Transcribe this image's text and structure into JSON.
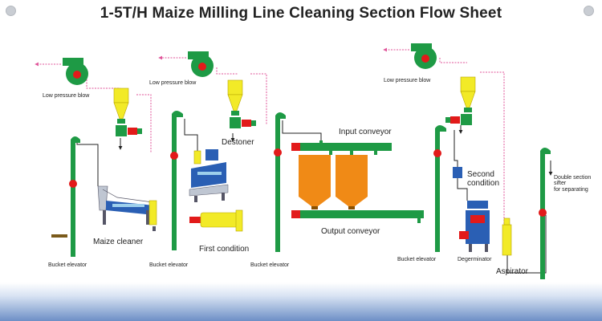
{
  "title": "1-5T/H Maize Milling Line Cleaning Section Flow Sheet",
  "labels": {
    "low_pressure_blow_1": "Low pressure blow",
    "low_pressure_blow_2": "Low pressure blow",
    "low_pressure_blow_3": "Low pressure blow",
    "destoner": "Destoner",
    "input_conveyor": "Input  conveyor",
    "second_condition": "Second\ncondition",
    "double_section_sifter": "Double section\nsifter\nfor separating",
    "maize_cleaner": "Maize cleaner",
    "first_condition": "First condition",
    "output_conveyor": "Output conveyor",
    "bucket_elevator_1": "Bucket elevator",
    "bucket_elevator_2": "Bucket elevator",
    "bucket_elevator_3": "Bucket elevator",
    "bucket_elevator_4": "Bucket elevator",
    "degerminator": "Degerminator",
    "aspirator": "Aspirator"
  },
  "colors": {
    "pipe_green": "#1e9a45",
    "motor_red": "#e21a1a",
    "cyclone_yellow": "#f2ea27",
    "silo_orange": "#f08a16",
    "machine_blue": "#2a5fb4",
    "air_line_magenta": "#e0559a",
    "footer_blue": "#6d8fc6"
  },
  "icons": [
    "fan-icon",
    "cyclone-icon",
    "motor-icon",
    "silo-icon",
    "screw-conveyor-icon",
    "bucket-elevator-icon"
  ]
}
